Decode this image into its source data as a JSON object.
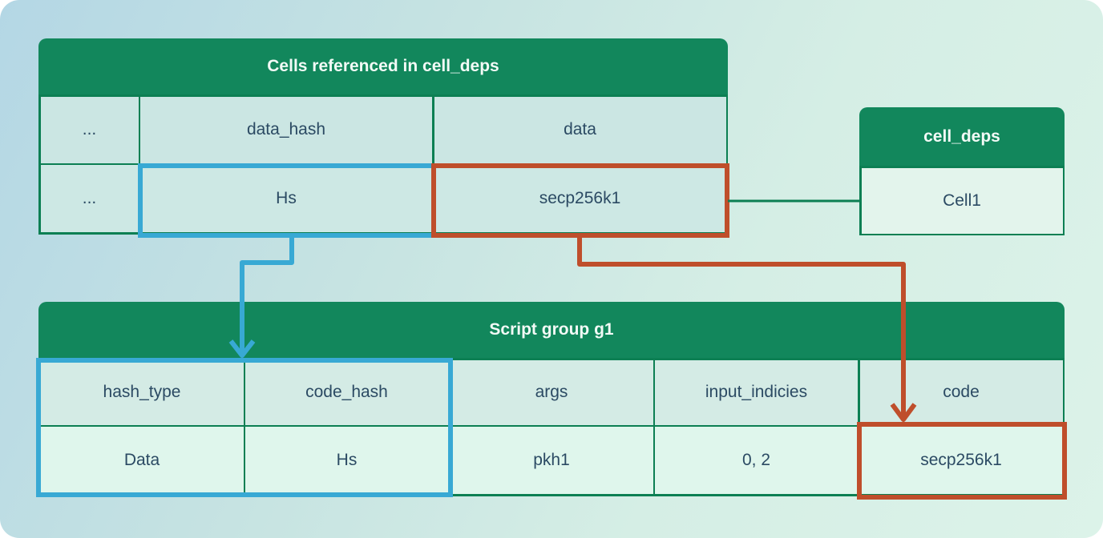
{
  "colors": {
    "header_green": "#12875c",
    "border_green": "#0c7f53",
    "highlight_blue": "#38a9d4",
    "highlight_red": "#bf4e2b",
    "text_dark": "#2b4a63",
    "title_text": "#f2faf6"
  },
  "tables": {
    "cells_referenced": {
      "title": "Cells referenced in cell_deps",
      "columns": [
        "...",
        "data_hash",
        "data"
      ],
      "rows": [
        [
          "...",
          "Hs",
          "secp256k1"
        ]
      ]
    },
    "cell_deps": {
      "title": "cell_deps",
      "rows": [
        [
          "Cell1"
        ]
      ]
    },
    "script_group": {
      "title": "Script group g1",
      "columns": [
        "hash_type",
        "code_hash",
        "args",
        "input_indicies",
        "code"
      ],
      "rows": [
        [
          "Data",
          "Hs",
          "pkh1",
          "0, 2",
          "secp256k1"
        ]
      ]
    }
  }
}
